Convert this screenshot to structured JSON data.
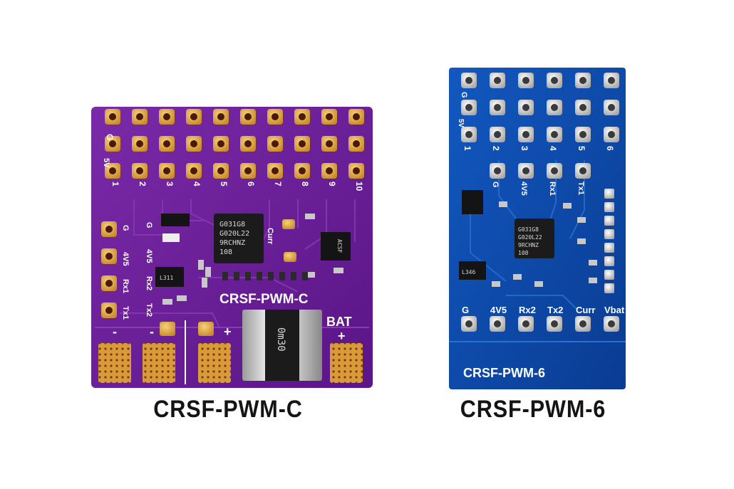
{
  "boards": {
    "c": {
      "caption": "CRSF-PWM-C",
      "silk_name": "CRSF-PWM-C",
      "row_g": "G",
      "row_5v": "5V",
      "channels": [
        "1",
        "2",
        "3",
        "4",
        "5",
        "6",
        "7",
        "8",
        "9",
        "10"
      ],
      "curr": "Curr",
      "side_labels": [
        "G",
        "4V5",
        "Rx1",
        "Tx1"
      ],
      "side_labels_right": [
        "G",
        "4V5",
        "Rx2",
        "Tx2"
      ],
      "pad_signs": [
        "-",
        "-",
        "+"
      ],
      "bat": "BAT",
      "bat_sign": "+",
      "chip_lines": [
        "G031G8",
        "G020L22",
        "9RCHNZ",
        "108"
      ],
      "shunt": "0m30",
      "sensor": "ACSF",
      "reg": "L311",
      "color": "#6a1f9a"
    },
    "b6": {
      "caption": "CRSF-PWM-6",
      "silk_name": "CRSF-PWM-6",
      "row_g": "G",
      "row_5v": "5V",
      "channels": [
        "1",
        "2",
        "3",
        "4",
        "5",
        "6"
      ],
      "mid_labels": [
        "G",
        "4V5",
        "Rx1",
        "Tx1"
      ],
      "bottom_labels": [
        "G",
        "4V5",
        "Rx2",
        "Tx2",
        "Curr",
        "Vbat"
      ],
      "chip_lines": [
        "G031G8",
        "G020L22",
        "9RCHNZ",
        "108"
      ],
      "reg": "L346",
      "color": "#0d4aa8"
    }
  }
}
